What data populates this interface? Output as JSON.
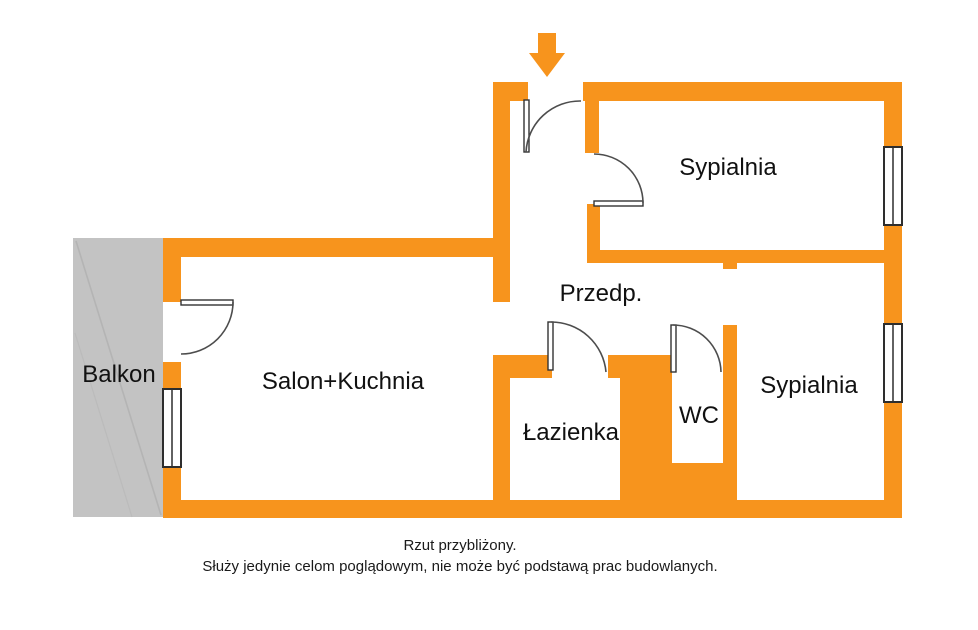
{
  "plan": {
    "entrance": {
      "marker": "arrow-down-icon",
      "location": "top-center"
    },
    "rooms": [
      {
        "id": "balkon",
        "label": "Balkon"
      },
      {
        "id": "salon-kuchnia",
        "label": "Salon+Kuchnia"
      },
      {
        "id": "sypialnia-top",
        "label": "Sypialnia"
      },
      {
        "id": "przedpokoj",
        "label": "Przedp."
      },
      {
        "id": "lazienka",
        "label": "Łazienka"
      },
      {
        "id": "wc",
        "label": "WC"
      },
      {
        "id": "sypialnia-bottom",
        "label": "Sypialnia"
      }
    ],
    "features": [
      "entrance-door-top",
      "door-bedroom-top",
      "door-balcony",
      "door-bathroom",
      "door-wc",
      "window-right-top",
      "window-right-bottom",
      "window-left-balcony"
    ],
    "colors": {
      "wall": "#F7941D",
      "balcony_fill": "#C3C3C3",
      "balcony_hatch": "#B4B4B4",
      "door_line": "#4D4D4D",
      "window_line": "#2E2E2E",
      "label_text": "#111111",
      "caption_text": "#1A1A1A",
      "background": "#FFFFFF"
    }
  },
  "caption": {
    "line1": "Rzut przybliżony.",
    "line2": "Służy jedynie celom poglądowym, nie może być podstawą prac budowlanych."
  }
}
